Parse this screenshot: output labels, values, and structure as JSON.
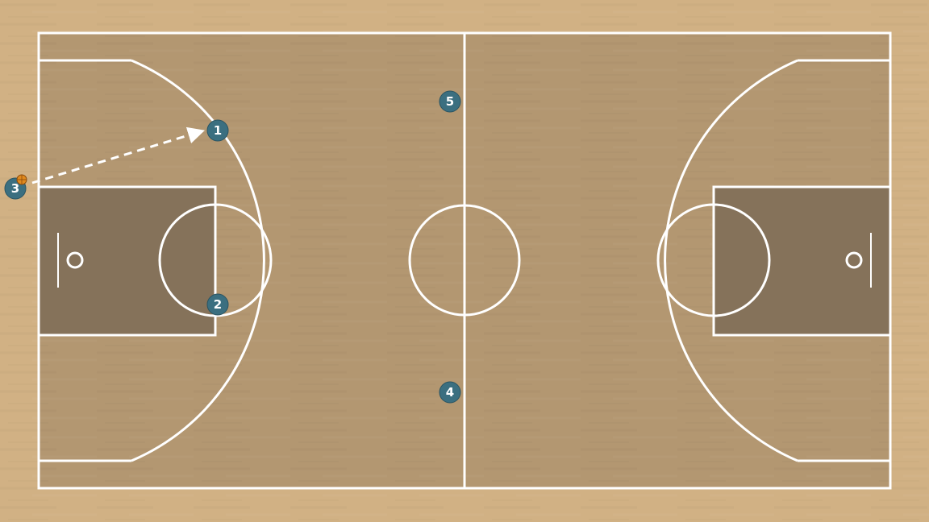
{
  "colors": {
    "outer_floor": "#d1b184",
    "court_floor": "#b39771",
    "paint": "#85725a",
    "lines": "#ffffff",
    "player_fill": "#3b6f80",
    "player_text": "#ffffff",
    "ball": "#e08a1e",
    "pass_line": "#ffffff"
  },
  "icons": {
    "player": "numbered-circle",
    "ball": "basketball-icon",
    "pass": "dashed-arrow"
  },
  "players": [
    {
      "id": "p1",
      "label": "1"
    },
    {
      "id": "p2",
      "label": "2"
    },
    {
      "id": "p3",
      "label": "3",
      "has_ball": true
    },
    {
      "id": "p4",
      "label": "4"
    },
    {
      "id": "p5",
      "label": "5"
    }
  ],
  "actions": [
    {
      "type": "pass",
      "from": "3",
      "to": "1",
      "style": "dashed"
    }
  ]
}
